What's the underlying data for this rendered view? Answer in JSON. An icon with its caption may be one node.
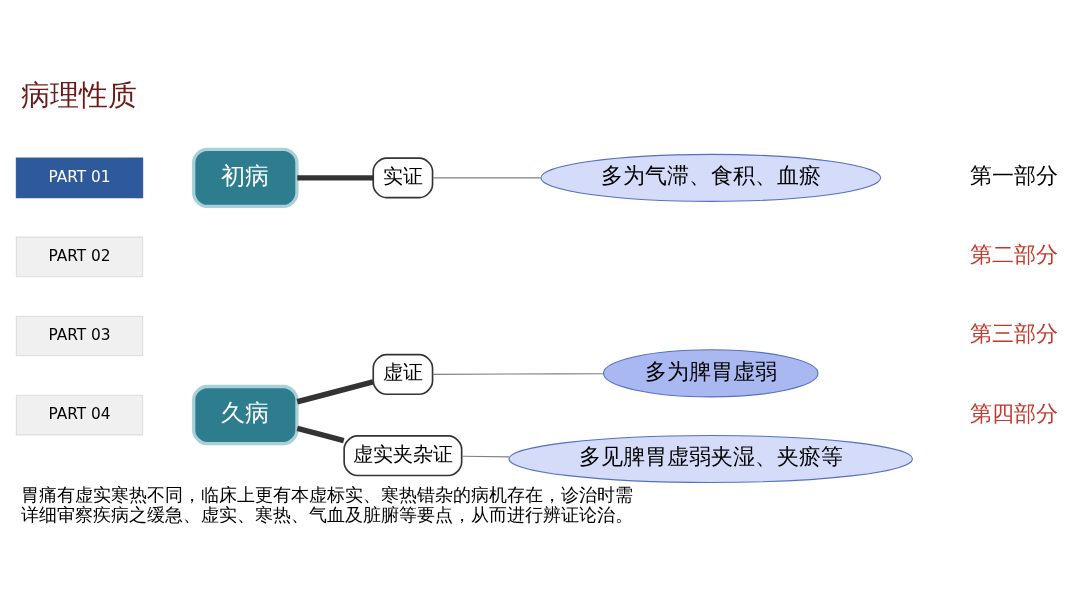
{
  "diagram": {
    "title": "病理性质",
    "caption": "胃痛有虚实寒热不同，临床上更有本虚标实、寒热错杂的病机存在，诊治时需详细审察疾病之缓急、虚实、寒热、气血及脏腑等要点，从而进行辨证论治。",
    "nodes": [
      {
        "text": [
          "初病"
        ]
      },
      {
        "text": [
          "实证"
        ]
      },
      {
        "text": [
          "多为气滞、食积、血瘀"
        ]
      },
      {
        "text": [
          "久病"
        ]
      },
      {
        "text": [
          "虚证"
        ]
      },
      {
        "text": [
          "多为脾胃虚弱"
        ]
      },
      {
        "text": [
          "虚实夹杂证"
        ]
      },
      {
        "text": [
          "多见脾胃虚弱夹湿、夹瘀等"
        ]
      }
    ],
    "edges": [
      {
        "from": 0,
        "to": 1,
        "arrow": "none",
        "style": "thick"
      },
      {
        "from": 1,
        "to": 2,
        "arrow": "none",
        "color": "#808080"
      },
      {
        "from": 3,
        "to": 4,
        "arrow": "none",
        "style": "thick"
      },
      {
        "from": 4,
        "to": 5,
        "arrow": "none",
        "color": "#808080"
      },
      {
        "from": 3,
        "to": 6,
        "arrow": "none",
        "style": "thick"
      },
      {
        "from": 6,
        "to": 7,
        "arrow": "none",
        "color": "#808080"
      }
    ],
    "labels": [
      "第一部分",
      "第二部分",
      "第三部分",
      "第四部分",
      "PART 01",
      "PART 02",
      "PART 03",
      "PART 04"
    ]
  }
}
